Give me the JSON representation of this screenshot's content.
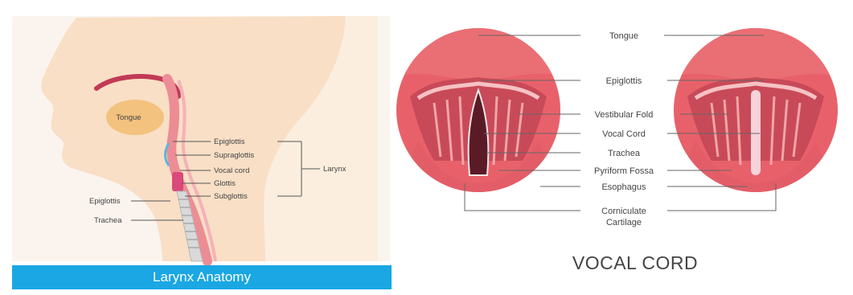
{
  "larynx": {
    "labels": {
      "tongue": "Tongue",
      "epiglottis_inner": "Epiglottis",
      "supraglottis": "Supraglottis",
      "vocal_cord": "Vocal cord",
      "glottis": "Glottis",
      "subglottis": "Subglottis",
      "larynx": "Larynx",
      "epiglottis_outer": "Epiglottis",
      "trachea": "Trachea"
    },
    "banner": "Larynx Anatomy"
  },
  "vocal": {
    "labels": {
      "tongue": "Tongue",
      "epiglottis": "Epiglottis",
      "vestibular_fold": "Vestibular Fold",
      "vocal_cord": "Vocal Cord",
      "trachea": "Trachea",
      "pyriform_fossa": "Pyriform Fossa",
      "esophagus": "Esophagus",
      "corniculate_1": "Corniculate",
      "corniculate_2": "Cartilage"
    },
    "title": "VOCAL CORD"
  },
  "colors": {
    "skin": "#f8dfc6",
    "tongue": "#f3c27e",
    "tissue": "#e8616a",
    "tissue_light": "#f08a8f",
    "dark_airway": "#5a1b26",
    "banner": "#1aa7e4"
  }
}
